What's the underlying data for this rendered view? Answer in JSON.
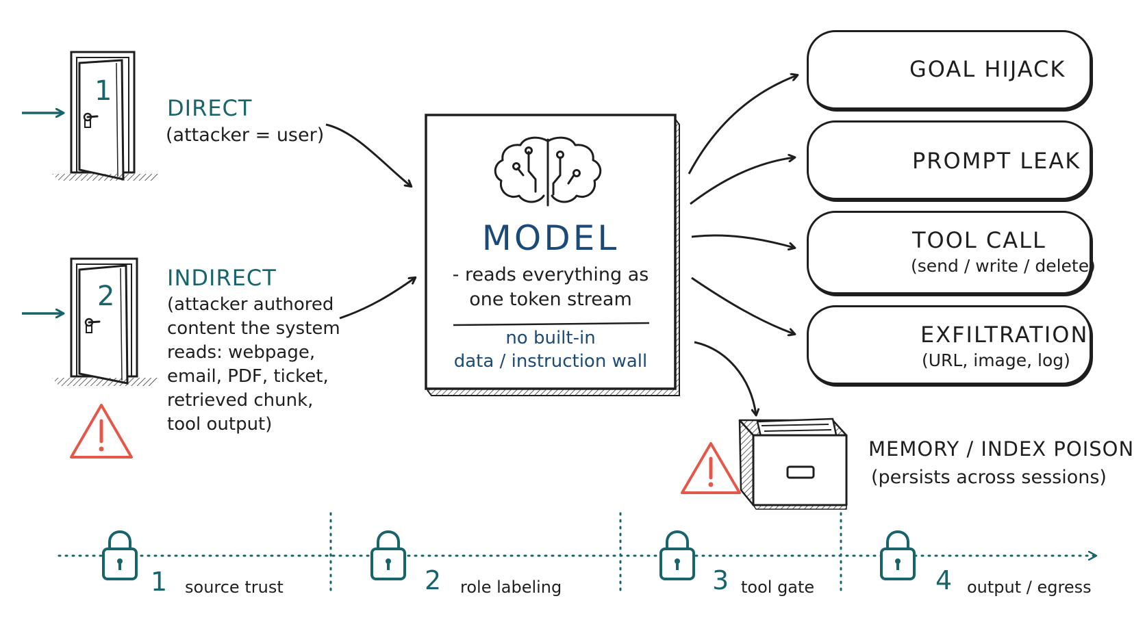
{
  "inputs": {
    "direct": {
      "door_number": "1",
      "title": "DIRECT",
      "subtitle": "(attacker = user)"
    },
    "indirect": {
      "door_number": "2",
      "title": "INDIRECT",
      "desc_lines": [
        "(attacker authored",
        "content the system",
        "reads: webpage,",
        "email, PDF, ticket,",
        "retrieved chunk,",
        "tool output)"
      ]
    }
  },
  "model": {
    "title": "MODEL",
    "line1": "- reads everything as",
    "line2": "one token stream",
    "note1": "no built-in",
    "note2": "data / instruction wall"
  },
  "outcomes": [
    {
      "title": "GOAL HIJACK",
      "subtitle": "",
      "icon": "target-icon"
    },
    {
      "title": "PROMPT LEAK",
      "subtitle": "",
      "icon": "document-unlocked-icon"
    },
    {
      "title": "TOOL CALL",
      "subtitle": "(send / write / delete)",
      "icon": "wrench-terminal-icon"
    },
    {
      "title": "EXFILTRATION",
      "subtitle": "(URL, image, log)",
      "icon": "globe-arrow-icon"
    }
  ],
  "memory": {
    "title": "MEMORY / INDEX POISON",
    "subtitle": "(persists across sessions)",
    "icon": "file-drawer-icon"
  },
  "defenses": [
    {
      "number": "1",
      "label": "source trust"
    },
    {
      "number": "2",
      "label": "role labeling"
    },
    {
      "number": "3",
      "label": "tool gate"
    },
    {
      "number": "4",
      "label": "output / egress"
    }
  ],
  "colors": {
    "teal": "#17646a",
    "navy": "#1c4a78",
    "warning": "#e4584a",
    "ink": "#1e1e1e"
  }
}
